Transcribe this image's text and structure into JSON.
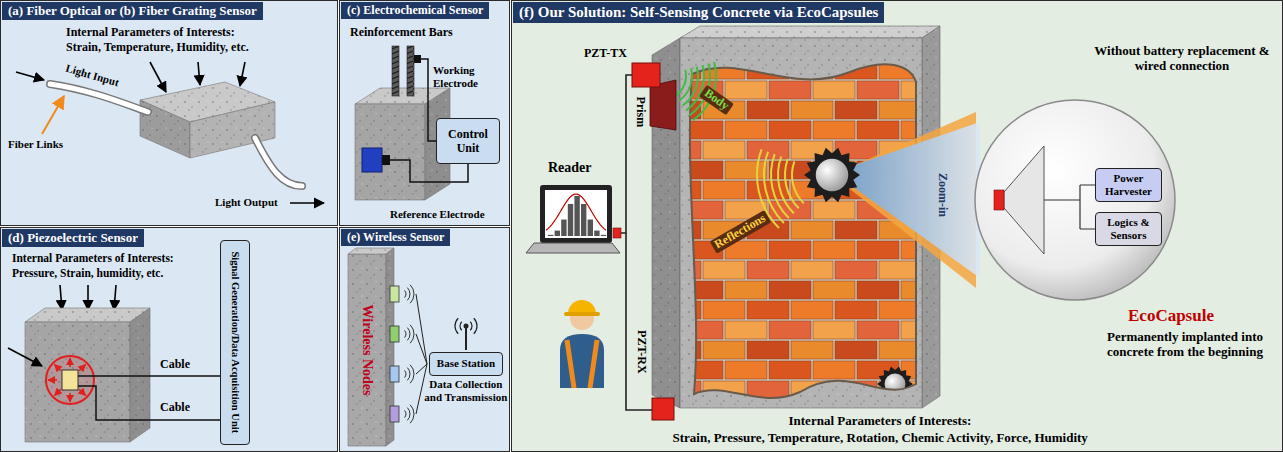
{
  "diagram": {
    "nodes": [
      {
        "text": [
          "(a) Fiber Optical or (b) Fiber Grating Sensor"
        ]
      },
      {
        "text": [
          "(c) Electrochemical Sensor"
        ]
      },
      {
        "text": [
          "Control Unit"
        ],
        "in": 1
      },
      {
        "text": [
          "(d) Piezoelectric Sensor"
        ]
      },
      {
        "text": [
          "Signal Generation/Data Acquisition Unit"
        ],
        "in": 3
      },
      {
        "text": [
          "(e) Wireless Sensor"
        ]
      },
      {
        "text": [
          "Base Station",
          "Data Collection and Transmission"
        ],
        "in": 5
      },
      {
        "text": [
          "(f) Our Solution: Self-Sensing Concrete via EcoCapsules"
        ]
      },
      {
        "text": [
          "Power Harvester"
        ],
        "in": 7
      },
      {
        "text": [
          "Logics & Sensors"
        ],
        "in": 7
      }
    ],
    "labels": [
      "Internal Parameters of Interests:",
      "Strain, Temperature, Humidity, etc.",
      "Light Input",
      "Fiber Links",
      "Light Output",
      "Reinforcement Bars",
      "Working Electrode",
      "Reference Electrode",
      "Internal Parameters of Interests:",
      "Pressure, Strain, humidity, etc.",
      "Cable",
      "Cable",
      "Wireless Nodes",
      "PZT-TX",
      "Prism",
      "Body",
      "Reflections",
      "Zoom-in",
      "Reader",
      "PZT-RX",
      "Without battery replacement & wired connection",
      "EcoCapsule",
      "Permanently implanted into concrete from the beginning",
      "Internal Parameters of Interests:",
      "Strain, Pressure, Temperature, Rotation, Chemic Activity, Force, Humidity"
    ]
  }
}
